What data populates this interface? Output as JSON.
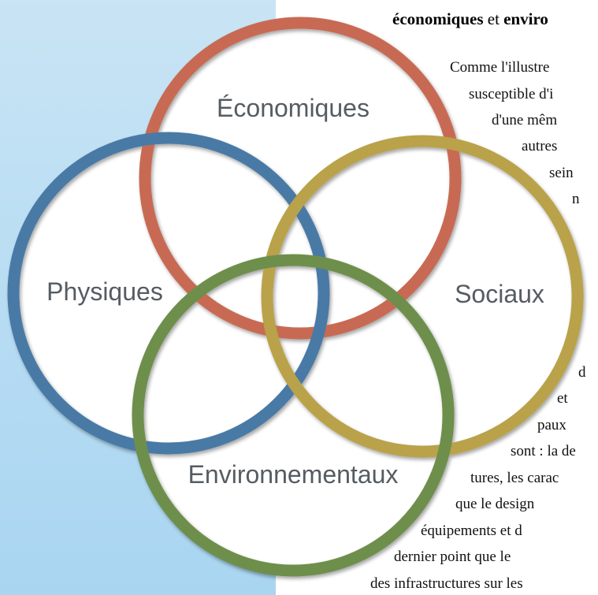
{
  "page": {
    "heading": {
      "bold1": "économiques",
      "mid": " et ",
      "bold2": "enviro"
    },
    "body_lines": [
      "Comme l'illustre",
      "susceptible d'i",
      "d'une mêm",
      "autres",
      "sein",
      "n",
      "d",
      "et",
      "paux",
      "sont : la de",
      "tures, les carac",
      "que le design",
      "équipements et d",
      "dernier point que le",
      "des infrastructures sur les"
    ]
  },
  "venn": {
    "sets": [
      {
        "label": "Économiques",
        "color": "#c86a52"
      },
      {
        "label": "Physiques",
        "color": "#4a7aa6"
      },
      {
        "label": "Sociaux",
        "color": "#b9a24a"
      },
      {
        "label": "Environnementaux",
        "color": "#6d8f4c"
      }
    ]
  }
}
